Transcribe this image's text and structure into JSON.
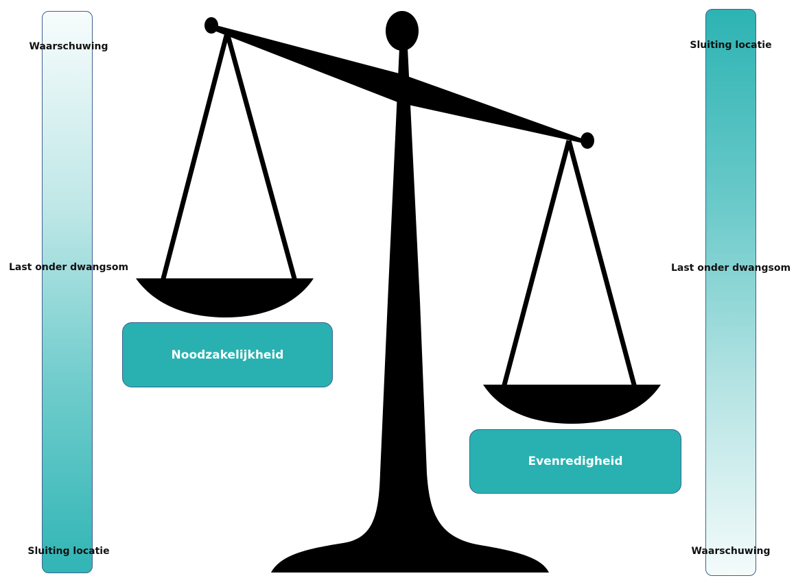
{
  "left_scale_bar": {
    "top_label": "Waarschuwing",
    "middle_label": "Last onder dwangsom",
    "bottom_label": "Sluiting locatie",
    "gradient": [
      "#f7fcfc",
      "#31b5b5"
    ]
  },
  "right_scale_bar": {
    "top_label": "Sluiting locatie",
    "middle_label": "Last onder dwangsom",
    "bottom_label": "Waarschuwing",
    "gradient": [
      "#2db3b3",
      "#f4fbfb"
    ]
  },
  "left_pan": {
    "label": "Noodzakelijkheid"
  },
  "right_pan": {
    "label": "Evenredigheid"
  },
  "colors": {
    "accent": "#29b1b1",
    "border": "#3f5f8f",
    "scale": "#000000"
  },
  "icons": [
    "balance-scale-icon"
  ]
}
